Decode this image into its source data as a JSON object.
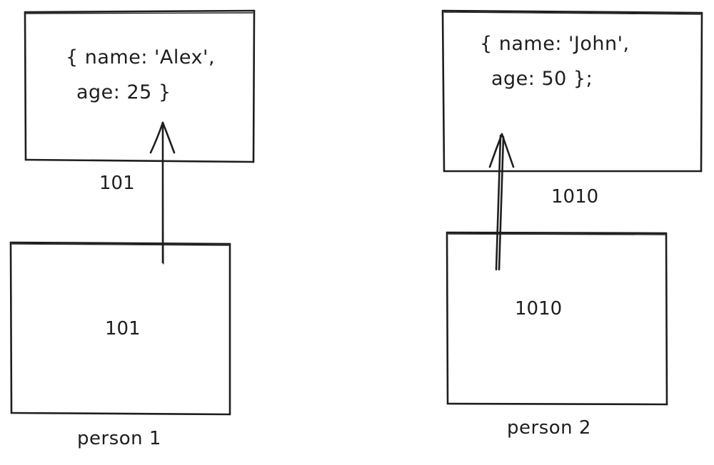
{
  "left": {
    "object_line1": "{ name: 'Alex',",
    "object_line2": "age: 25 }",
    "object_address": "101",
    "variable_value": "101",
    "variable_caption": "person 1"
  },
  "right": {
    "object_line1": "{ name: 'John',",
    "object_line2": "age: 50 };",
    "object_address": "1010",
    "variable_value": "1010",
    "variable_caption": "person 2"
  },
  "colors": {
    "stroke": "#1e1e1e",
    "background": "#ffffff"
  }
}
